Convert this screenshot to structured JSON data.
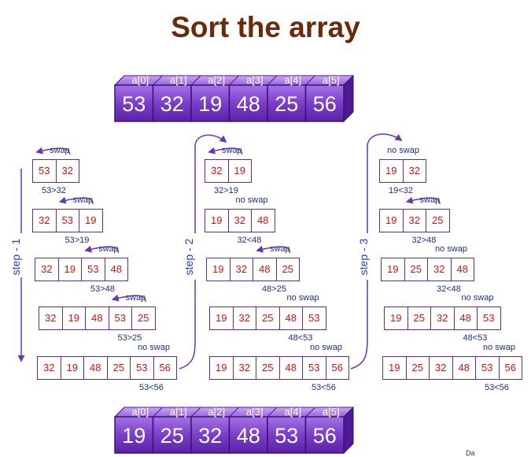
{
  "title": "Sort the array",
  "original": {
    "headers": [
      "a[0]",
      "a[1]",
      "a[2]",
      "a[3]",
      "a[4]",
      "a[5]"
    ],
    "values": [
      "53",
      "32",
      "19",
      "48",
      "25",
      "56"
    ]
  },
  "sorted": {
    "headers": [
      "a[0]",
      "a[1]",
      "a[2]",
      "a[3]",
      "a[4]",
      "a[5]"
    ],
    "values": [
      "19",
      "25",
      "32",
      "48",
      "53",
      "56"
    ]
  },
  "steps": [
    {
      "label": "step - 1",
      "rows": [
        {
          "cells": [
            "53",
            "32"
          ],
          "note": "swap",
          "compare": "53>32"
        },
        {
          "cells": [
            "32",
            "53",
            "19"
          ],
          "note": "swap",
          "compare": "53>19"
        },
        {
          "cells": [
            "32",
            "19",
            "53",
            "48"
          ],
          "note": "swap",
          "compare": "53>48"
        },
        {
          "cells": [
            "32",
            "19",
            "48",
            "53",
            "25"
          ],
          "note": "swap",
          "compare": "53>25"
        },
        {
          "cells": [
            "32",
            "19",
            "48",
            "25",
            "53",
            "56"
          ],
          "note": "no swap",
          "compare": "53<56"
        }
      ]
    },
    {
      "label": "step - 2",
      "rows": [
        {
          "cells": [
            "32",
            "19"
          ],
          "note": "swap",
          "compare": "32>19"
        },
        {
          "cells": [
            "19",
            "32",
            "48"
          ],
          "note": "no swap",
          "compare": "32<48"
        },
        {
          "cells": [
            "19",
            "32",
            "48",
            "25"
          ],
          "note": "swap",
          "compare": "48>25"
        },
        {
          "cells": [
            "19",
            "32",
            "25",
            "48",
            "53"
          ],
          "note": "no swap",
          "compare": "48<53"
        },
        {
          "cells": [
            "19",
            "32",
            "25",
            "48",
            "53",
            "56"
          ],
          "note": "no swap",
          "compare": "53<56"
        }
      ]
    },
    {
      "label": "step - 3",
      "rows": [
        {
          "cells": [
            "19",
            "32"
          ],
          "note": "no swap",
          "compare": "19<32"
        },
        {
          "cells": [
            "19",
            "32",
            "25"
          ],
          "note": "swap",
          "compare": "32>48"
        },
        {
          "cells": [
            "19",
            "25",
            "32",
            "48"
          ],
          "note": "no swap",
          "compare": "32<48"
        },
        {
          "cells": [
            "19",
            "25",
            "32",
            "48",
            "53"
          ],
          "note": "no swap",
          "compare": "48<53"
        },
        {
          "cells": [
            "19",
            "25",
            "32",
            "48",
            "53",
            "56"
          ],
          "note": "no swap",
          "compare": "53<56"
        }
      ]
    }
  ],
  "footer": "Da",
  "colors": {
    "title": "#6b2a0c",
    "purple": "#7a3fc8",
    "cell_border": "#5c2ea0",
    "cell_text": "#e01010",
    "label": "#1a2f8c",
    "step": "#2a3ac8"
  }
}
